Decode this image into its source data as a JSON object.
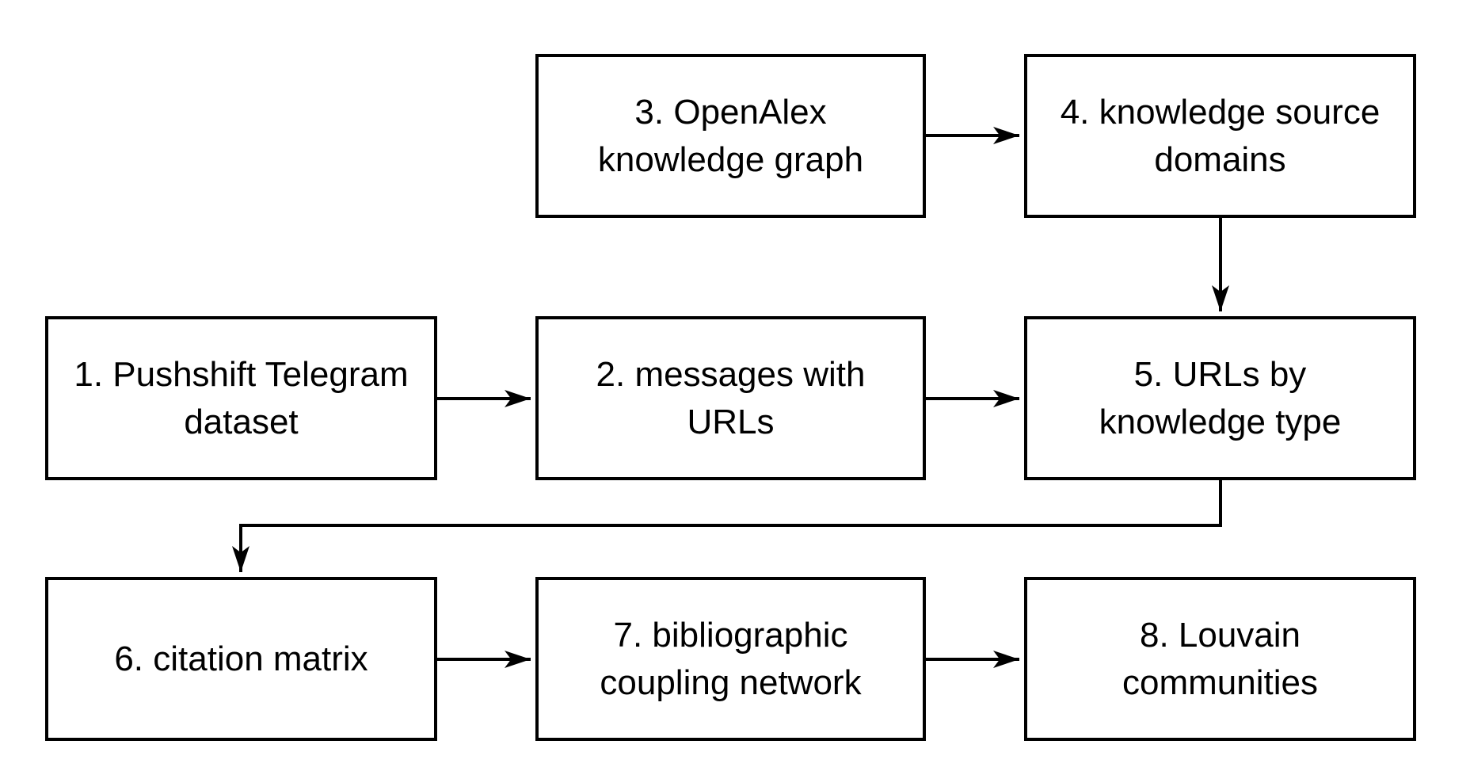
{
  "diagram": {
    "type": "flowchart",
    "background_color": "#ffffff",
    "box_fill_color": "#ffffff",
    "box_border_color": "#000000",
    "text_color": "#000000",
    "arrow_color": "#000000",
    "nodes": [
      {
        "id": 1,
        "label": "1. Pushshift Telegram\ndataset"
      },
      {
        "id": 2,
        "label": "2. messages with\nURLs"
      },
      {
        "id": 3,
        "label": "3. OpenAlex\nknowledge graph"
      },
      {
        "id": 4,
        "label": "4. knowledge source\ndomains"
      },
      {
        "id": 5,
        "label": "5. URLs by\nknowledge type"
      },
      {
        "id": 6,
        "label": "6. citation matrix"
      },
      {
        "id": 7,
        "label": "7. bibliographic\ncoupling network"
      },
      {
        "id": 8,
        "label": "8. Louvain\ncommunities"
      }
    ],
    "edges": [
      {
        "from": 1,
        "to": 2,
        "style": "straight-horizontal"
      },
      {
        "from": 2,
        "to": 5,
        "style": "straight-horizontal"
      },
      {
        "from": 3,
        "to": 4,
        "style": "straight-horizontal"
      },
      {
        "from": 4,
        "to": 5,
        "style": "straight-vertical"
      },
      {
        "from": 5,
        "to": 6,
        "style": "elbow-down-left-down"
      },
      {
        "from": 6,
        "to": 7,
        "style": "straight-horizontal"
      },
      {
        "from": 7,
        "to": 8,
        "style": "straight-horizontal"
      }
    ]
  }
}
